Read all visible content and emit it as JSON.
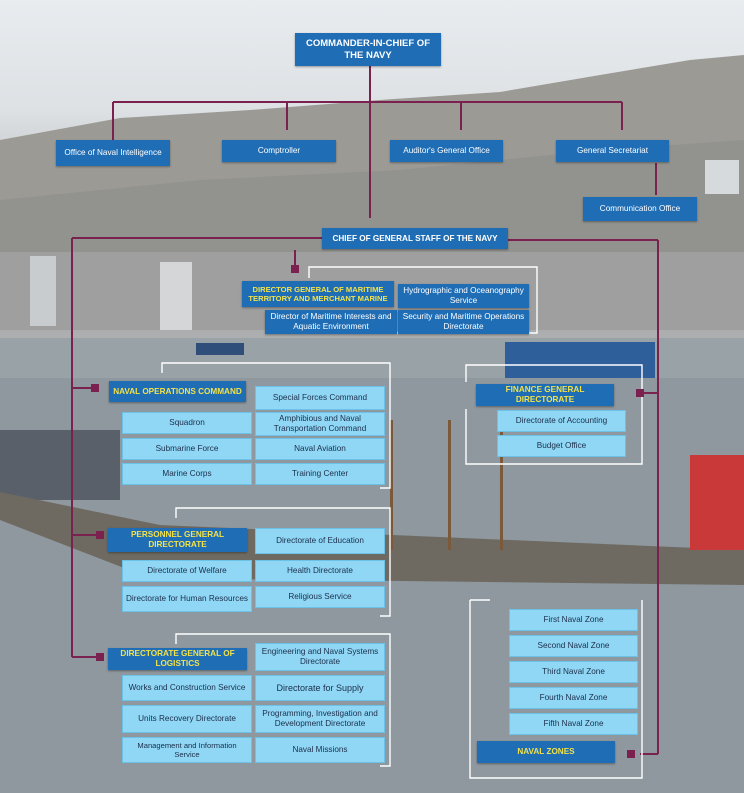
{
  "top": {
    "commander": "COMMANDER-IN-CHIEF OF THE NAVY",
    "offices": [
      "Office of Naval Intelligence",
      "Comptroller",
      "Auditor's General Office",
      "General Secretariat"
    ],
    "communication": "Communication Office",
    "chief_staff": "CHIEF OF GENERAL STAFF OF THE NAVY"
  },
  "maritime": {
    "head": "DIRECTOR GENERAL OF MARITIME TERRITORY AND MERCHANT MARINE",
    "items": [
      "Hydrographic and Oceanography Service",
      "Director of Maritime Interests and Aquatic Environment",
      "Security and Maritime Operations Directorate"
    ]
  },
  "naval_ops": {
    "head": "NAVAL OPERATIONS COMMAND",
    "items": [
      "Special Forces Command",
      "Squadron",
      "Amphibious and Naval Transportation Command",
      "Submarine Force",
      "Naval Aviation",
      "Marine Corps",
      "Training Center"
    ]
  },
  "finance": {
    "head": "FINANCE GENERAL DIRECTORATE",
    "items": [
      "Directorate of Accounting",
      "Budget Office"
    ]
  },
  "personnel": {
    "head": "PERSONNEL GENERAL DIRECTORATE",
    "items": [
      "Directorate of Education",
      "Directorate of Welfare",
      "Health Directorate",
      "Directorate for Human Resources",
      "Religious Service"
    ]
  },
  "logistics": {
    "head": "DIRECTORATE GENERAL OF LOGISTICS",
    "items": [
      "Engineering and Naval Systems Directorate",
      "Works and Construction Service",
      "Directorate for Supply",
      "Units Recovery Directorate",
      "Programming, Investigation and Development Directorate",
      "Management and Information Service",
      "Naval Missions"
    ]
  },
  "zones": {
    "head": "NAVAL ZONES",
    "items": [
      "First Naval Zone",
      "Second Naval Zone",
      "Third Naval Zone",
      "Fourth Naval Zone",
      "Fifth Naval Zone"
    ]
  },
  "colors": {
    "dark_box": "#1f6db5",
    "light_box": "#8fd7f5",
    "connector": "#7b2150",
    "bracket": "#ffffff",
    "head_text": "#f2e24a"
  }
}
